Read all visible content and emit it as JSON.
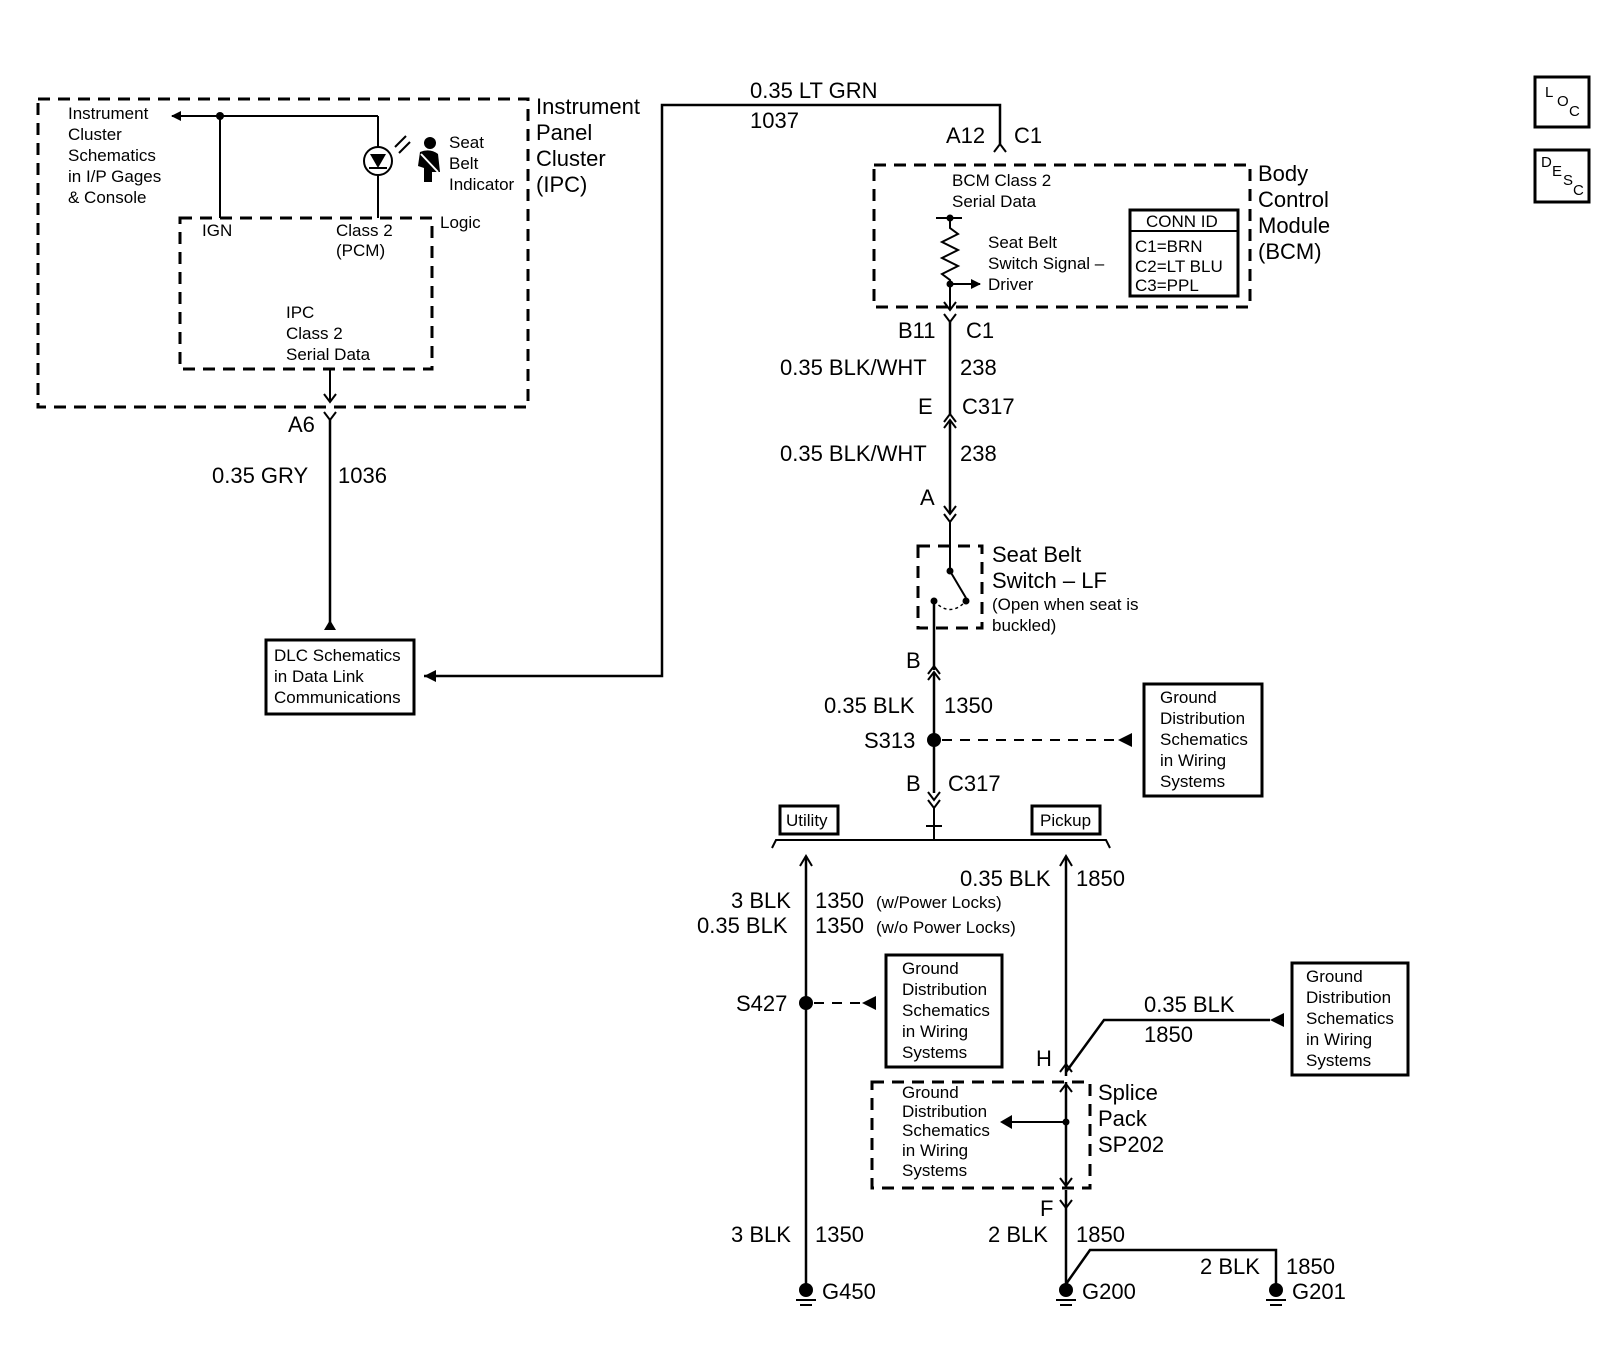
{
  "corner": {
    "loc": [
      "L",
      "O",
      "C"
    ],
    "desc": [
      "D",
      "E",
      "S",
      "C"
    ]
  },
  "ipc": {
    "title": [
      "Instrument",
      "Panel",
      "Cluster",
      "(IPC)"
    ],
    "instrument_ref": [
      "Instrument",
      "Cluster",
      "Schematics",
      "in I/P Gages",
      "& Console"
    ],
    "seat_belt_indicator": [
      "Seat",
      "Belt",
      "Indicator"
    ],
    "ign": "IGN",
    "class2": [
      "Class 2",
      "(PCM)"
    ],
    "logic": "Logic",
    "serial": [
      "IPC",
      "Class 2",
      "Serial Data"
    ],
    "connector": "A6"
  },
  "dlc": {
    "text": [
      "DLC Schematics",
      "in Data Link",
      "Communications"
    ]
  },
  "wires": {
    "gry": {
      "color": "0.35 GRY",
      "circuit": "1036"
    },
    "ltgrn": {
      "color": "0.35 LT GRN",
      "circuit": "1037"
    },
    "blkwht_1": {
      "color": "0.35 BLK/WHT",
      "circuit": "238"
    },
    "blkwht_2": {
      "color": "0.35 BLK/WHT",
      "circuit": "238"
    },
    "blk_1350": {
      "color": "0.35 BLK",
      "circuit": "1350"
    },
    "blk_1850_top": {
      "color": "0.35 BLK",
      "circuit": "1850"
    },
    "blk3_1350_pl": {
      "color": "3 BLK",
      "circuit": "1350",
      "note": "(w/Power Locks)"
    },
    "blk035_1350_npl": {
      "color": "0.35 BLK",
      "circuit": "1350",
      "note": "(w/o Power Locks)"
    },
    "blk_1850_mid": {
      "color": "0.35 BLK",
      "circuit": "1850"
    },
    "blk3_1350_bot": {
      "color": "3 BLK",
      "circuit": "1350"
    },
    "blk2_1850_bot": {
      "color": "2 BLK",
      "circuit": "1850"
    },
    "blk2_1850_g201": {
      "color": "2 BLK",
      "circuit": "1850"
    }
  },
  "bcm": {
    "title": [
      "Body",
      "Control",
      "Module",
      "(BCM)"
    ],
    "pin_top": "A12",
    "conn_top": "C1",
    "serial": [
      "BCM Class 2",
      "Serial Data"
    ],
    "switch_signal": [
      "Seat Belt",
      "Switch Signal –",
      "Driver"
    ],
    "conn_id": {
      "title": "CONN ID",
      "rows": [
        "C1=BRN",
        "C2=LT BLU",
        "C3=PPL"
      ]
    },
    "pin_bot": "B11",
    "conn_bot": "C1"
  },
  "c317_top": {
    "pin": "E",
    "conn": "C317"
  },
  "switch_a": "A",
  "seat_belt_switch": {
    "title": [
      "Seat Belt",
      "Switch – LF"
    ],
    "note": [
      "(Open when seat is",
      "buckled)"
    ]
  },
  "switch_b": "B",
  "splice_s313": "S313",
  "c317_bot": {
    "pin": "B",
    "conn": "C317"
  },
  "ground_ref_1": [
    "Ground",
    "Distribution",
    "Schematics",
    "in Wiring",
    "Systems"
  ],
  "utility": "Utility",
  "pickup": "Pickup",
  "splice_s427": "S427",
  "ground_ref_2": [
    "Ground",
    "Distribution",
    "Schematics",
    "in Wiring",
    "Systems"
  ],
  "ground_ref_3": [
    "Ground",
    "Distribution",
    "Schematics",
    "in Wiring",
    "Systems"
  ],
  "splice_pack": {
    "title": [
      "Splice",
      "Pack",
      "SP202"
    ],
    "pin_h": "H",
    "pin_f": "F",
    "inner": [
      "Ground",
      "Distribution",
      "Schematics",
      "in Wiring",
      "Systems"
    ]
  },
  "grounds": {
    "g450": "G450",
    "g200": "G200",
    "g201": "G201"
  }
}
